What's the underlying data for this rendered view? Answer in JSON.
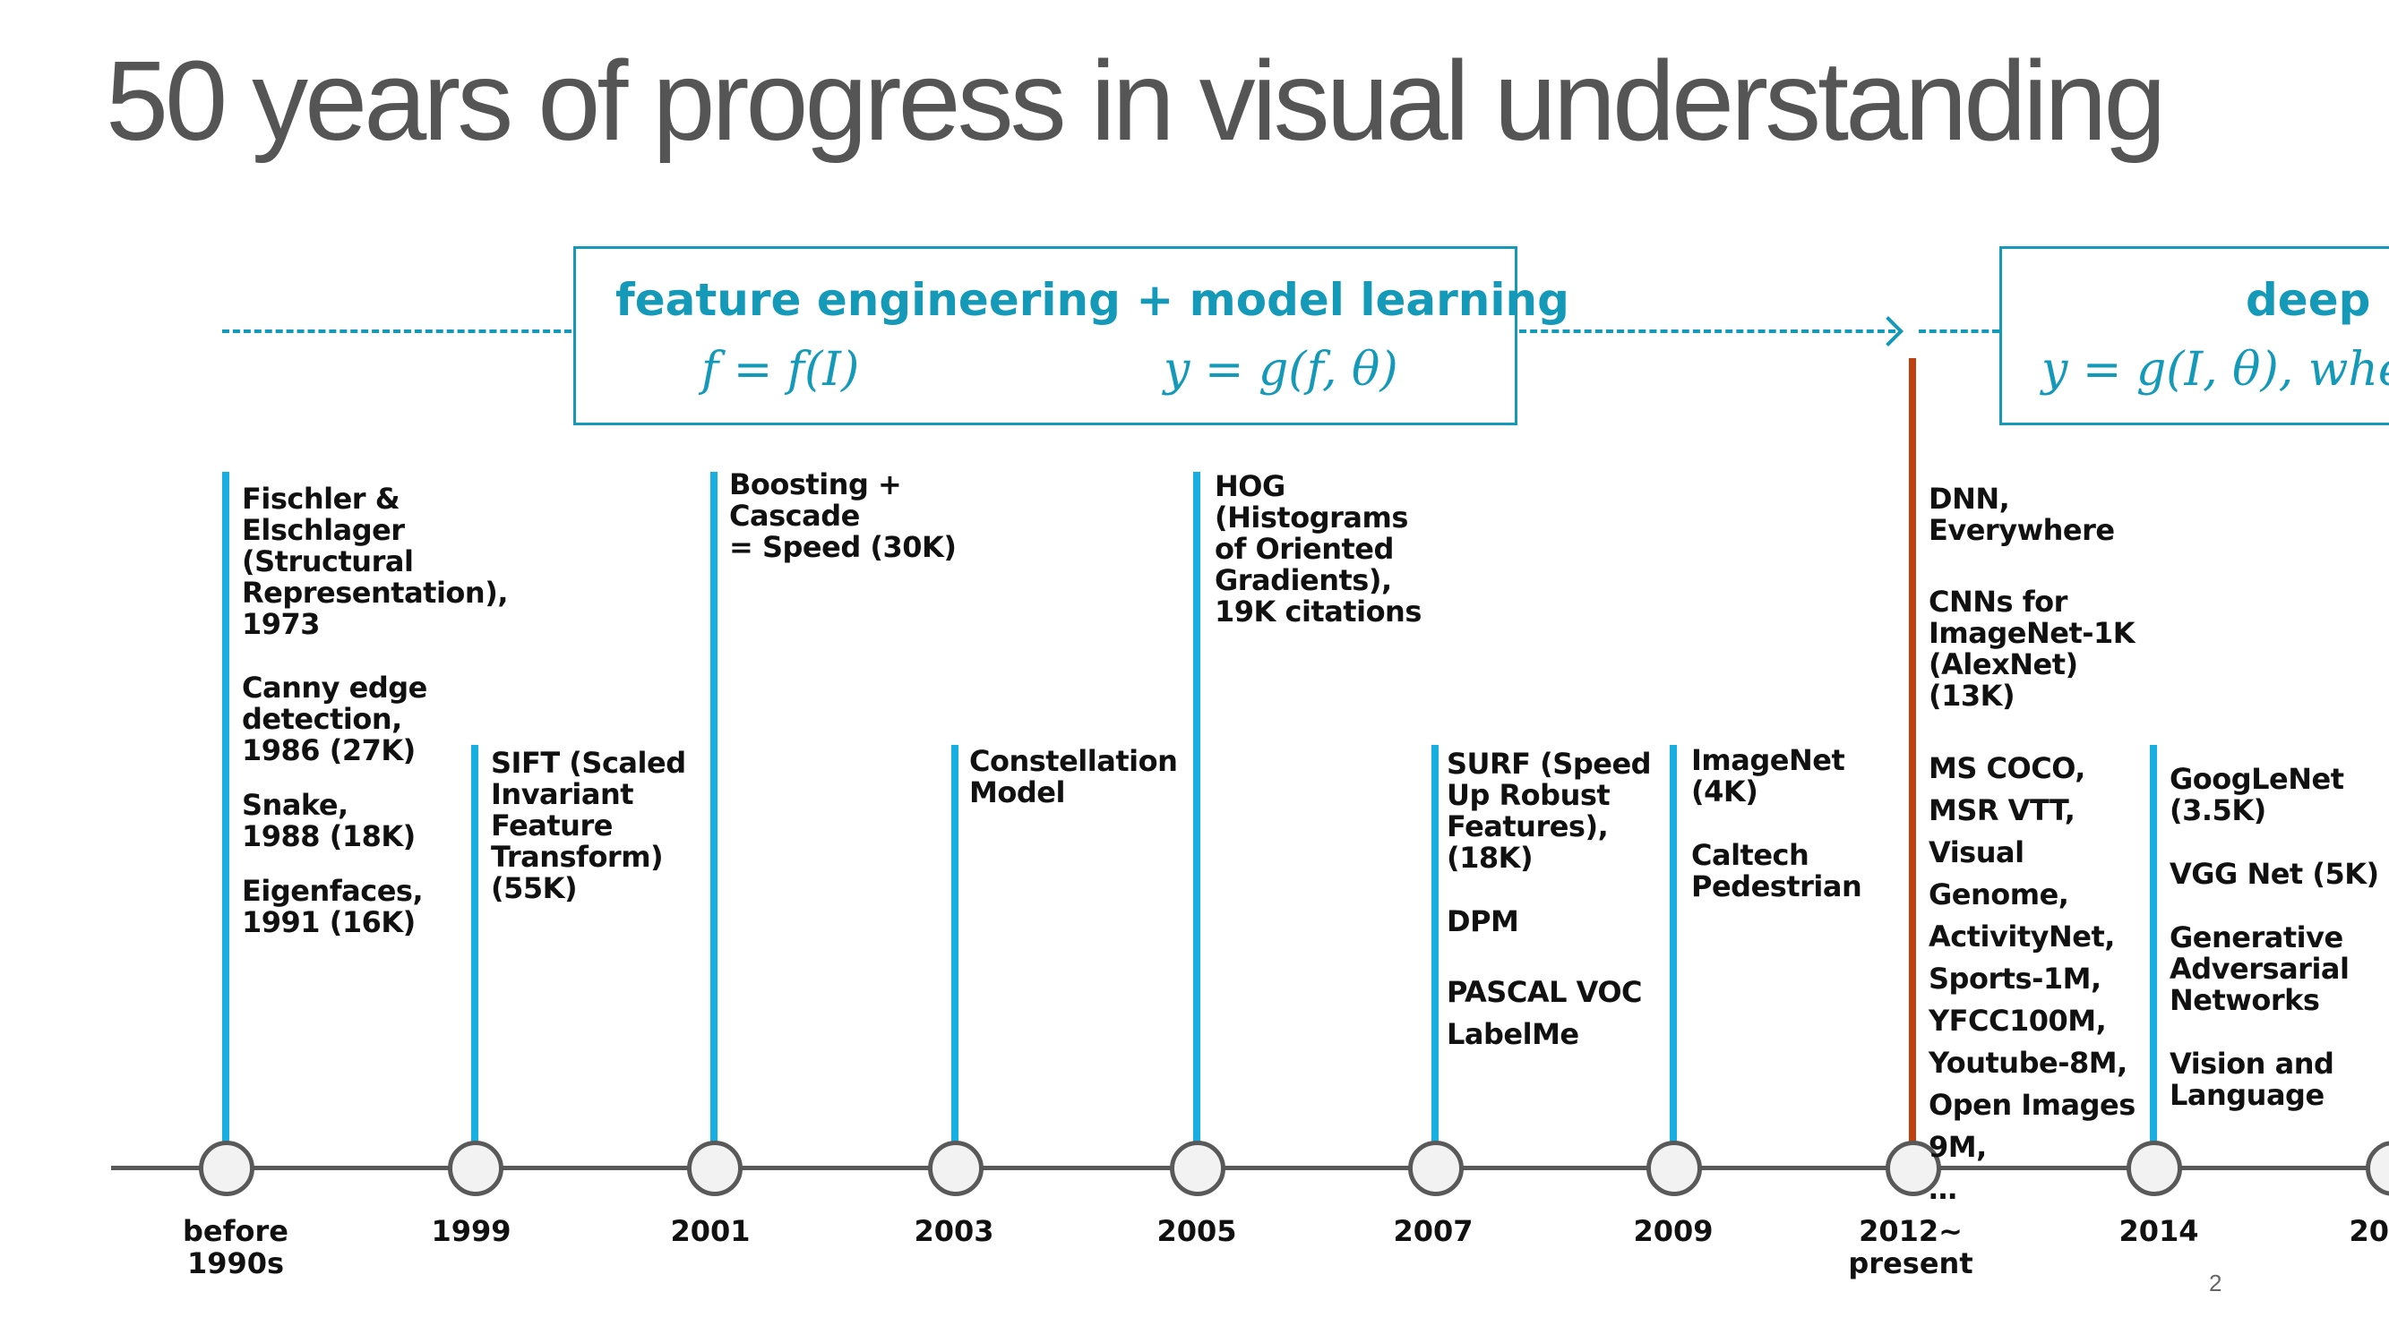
{
  "title": "50 years of progress in visual understanding",
  "colors": {
    "accent": "#1599b8",
    "stem": "#17aee1",
    "highlight_stem": "#c0400e",
    "axis": "#595959"
  },
  "phases": [
    {
      "heading": "feature engineering + model learning",
      "eq1": "f = f(I)",
      "eq2": "y = g(f, θ)"
    },
    {
      "heading": "deep l",
      "eq1": "y = g(I, θ), wher"
    }
  ],
  "timeline": [
    {
      "year": "before\n1990s",
      "notes": [
        "Fischler &\nElschlager\n(Structural\nRepresentation),\n1973",
        "Canny edge\ndetection,\n1986 (27K)",
        "Snake,\n1988 (18K)",
        "Eigenfaces,\n1991 (16K)"
      ]
    },
    {
      "year": "1999",
      "notes": [
        "SIFT (Scaled\nInvariant\nFeature\nTransform)\n(55K)"
      ]
    },
    {
      "year": "2001",
      "notes": [
        "Boosting + Cascade\n= Speed (30K)"
      ]
    },
    {
      "year": "2003",
      "notes": [
        "Constellation\nModel"
      ]
    },
    {
      "year": "2005",
      "notes": [
        "HOG\n(Histograms\nof Oriented\nGradients),\n19K citations"
      ]
    },
    {
      "year": "2007",
      "notes": [
        "SURF (Speed\nUp Robust\nFeatures),\n(18K)",
        "DPM",
        "PASCAL VOC\nLabelMe"
      ]
    },
    {
      "year": "2009",
      "notes": [
        "ImageNet\n(4K)",
        "Caltech\nPedestrian"
      ]
    },
    {
      "year": "2012~\npresent",
      "notes": [
        "DNN, Everywhere",
        "CNNs for\nImageNet-1K\n(AlexNet) (13K)",
        "MS COCO,\nMSR VTT,\nVisual Genome,\nActivityNet,\nSports-1M,\nYFCC100M,\nYoutube-8M,\nOpen Images 9M,\n…"
      ]
    },
    {
      "year": "2014",
      "notes": [
        "GoogLeNet\n(3.5K)",
        "VGG Net (5K)",
        "Generative\nAdversarial\nNetworks",
        "Vision and\nLanguage"
      ]
    },
    {
      "year": "20"
    }
  ],
  "page_number": "2"
}
